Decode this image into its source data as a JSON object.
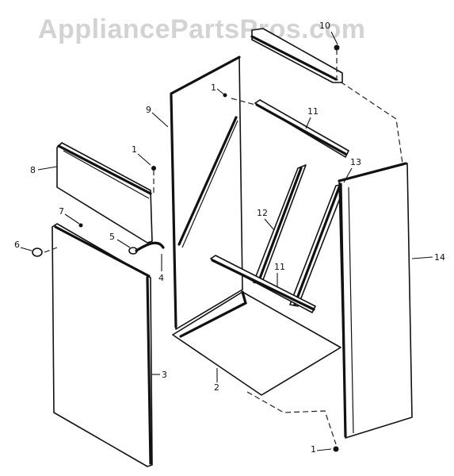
{
  "watermark": "AppliancePartsPros.com",
  "callouts": {
    "c1a": "1",
    "c1b": "1",
    "c1c": "1",
    "c2": "2",
    "c3": "3",
    "c4": "4",
    "c5": "5",
    "c6": "6",
    "c7": "7",
    "c8": "8",
    "c9": "9",
    "c10": "10",
    "c11a": "11",
    "c11b": "11",
    "c12": "12",
    "c13": "13",
    "c14": "14"
  },
  "colors": {
    "line": "#111111",
    "watermark": "#d3d3d3",
    "background": "#ffffff"
  }
}
